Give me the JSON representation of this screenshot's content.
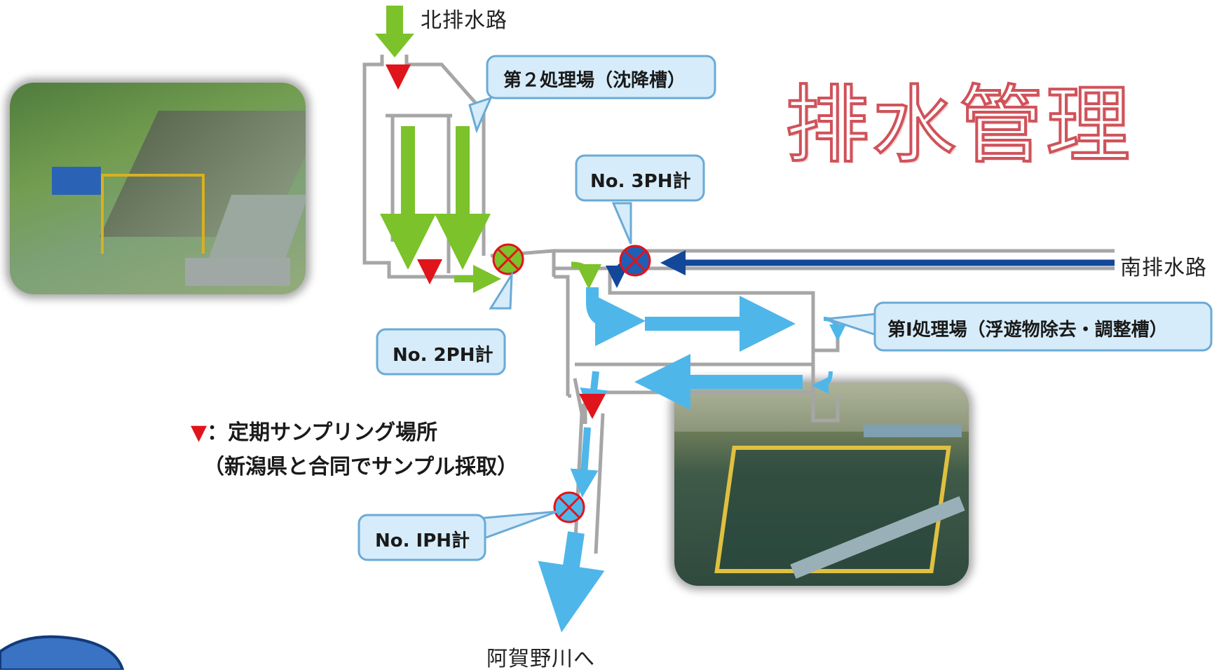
{
  "title": "排水管理",
  "labels": {
    "north_drain": "北排水路",
    "south_drain": "南排水路",
    "to_agano": "阿賀野川へ"
  },
  "callouts": {
    "plant2": "第２処理場（沈降槽）",
    "ph3": "No. 3PH計",
    "ph2": "No. 2PH計",
    "ph1": "No. IPH計",
    "plant1": "第I処理場（浮遊物除去・調整槽）"
  },
  "legend": {
    "mark": "▼",
    "line1": "：定期サンプリング場所",
    "line2": "（新潟県と合同でサンプル採取）"
  },
  "colors": {
    "green_flow": "#7cc22a",
    "light_blue_flow": "#4fb6ea",
    "dark_blue_flow": "#12479a",
    "sampling_marker": "#e0141b",
    "callout_fill": "#d6ecfa",
    "callout_border": "#6aaad6",
    "title_outline": "#d0525a"
  },
  "icons": [
    "sampling-marker-icon",
    "ph-meter-icon"
  ]
}
